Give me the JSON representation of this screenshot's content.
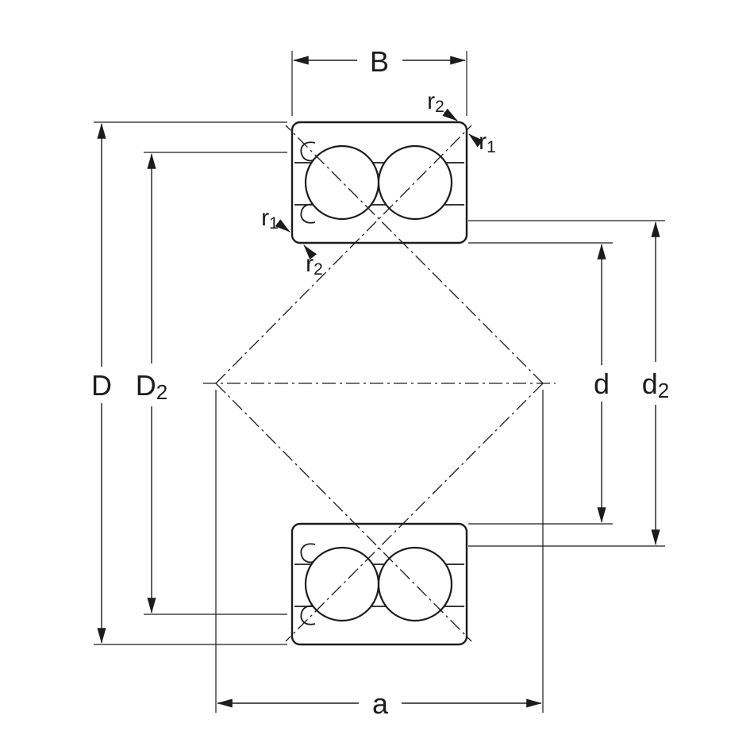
{
  "diagram": {
    "type": "technical-drawing",
    "subject": "Double row angular contact ball bearing cross-section with dimension annotations",
    "colors": {
      "ring_fill": "#c8d7eb",
      "line": "#1c1c1c",
      "background": "#ffffff"
    },
    "labels": {
      "width_B": {
        "base": "B",
        "sub": ""
      },
      "outer_diameter_D": {
        "base": "D",
        "sub": ""
      },
      "recess_diameter_D2": {
        "base": "D",
        "sub": "2"
      },
      "bore_diameter_d": {
        "base": "d",
        "sub": ""
      },
      "recess_diameter_d2": {
        "base": "d",
        "sub": "2"
      },
      "corner_radius_r2_top": {
        "base": "r",
        "sub": "2"
      },
      "corner_radius_r1_right": {
        "base": "r",
        "sub": "1"
      },
      "corner_radius_r1_left": {
        "base": "r",
        "sub": "1"
      },
      "corner_radius_r2_left": {
        "base": "r",
        "sub": "2"
      },
      "pressure_center_distance_a": {
        "base": "a",
        "sub": ""
      }
    }
  }
}
